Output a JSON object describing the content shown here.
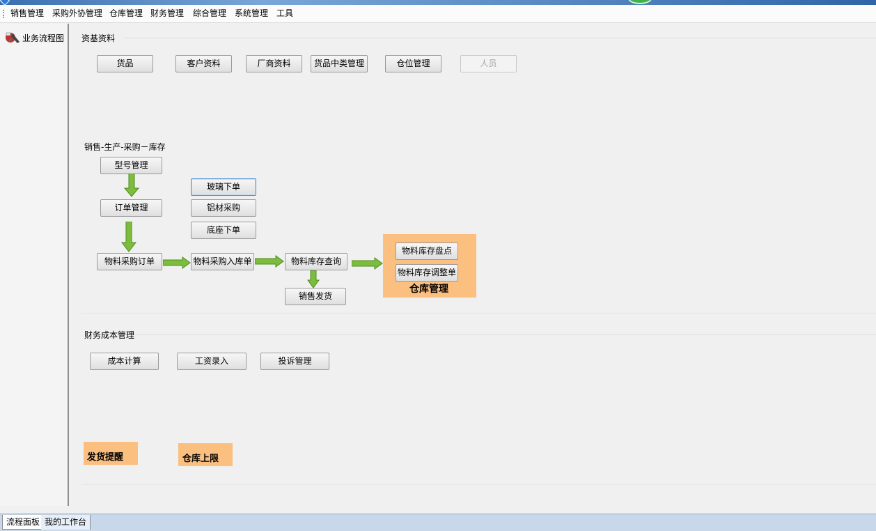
{
  "menu": {
    "items": [
      "销售管理",
      "采购外协管理",
      "仓库管理",
      "财务管理",
      "综合管理",
      "系统管理",
      "工具"
    ]
  },
  "sidebar": {
    "flow_chart_label": "业务流程图"
  },
  "basic_data": {
    "title": "资基资料",
    "buttons": [
      "货品",
      "客户资料",
      "厂商资料",
      "货品中类管理",
      "仓位管理",
      "人员"
    ]
  },
  "flow": {
    "title": "销售-生产-采购－库存",
    "model_mgmt": "型号管理",
    "order_mgmt": "订单管理",
    "glass_order": "玻璃下单",
    "aluminum_purchase": "铝材采购",
    "base_order": "底座下单",
    "material_purchase_order": "物料采购订单",
    "material_inbound": "物料采购入库单",
    "inventory_query": "物料库存查询",
    "sales_shipment": "销售发货",
    "warehouse": {
      "stocktake": "物料库存盘点",
      "adjustment": "物料库存调整单",
      "label": "仓库管理"
    }
  },
  "finance": {
    "title": "财务成本管理",
    "buttons": [
      "成本计算",
      "工资录入",
      "投诉管理"
    ]
  },
  "reminders": {
    "shipment": "发货提醒",
    "warehouse_limit": "仓库上限"
  },
  "tabs": [
    "流程面板",
    "我的工作台"
  ],
  "colors": {
    "arrow_green": "#7cbd3c",
    "orange_panel": "#fbbf80",
    "bottom_bar": "#c8d8ea"
  }
}
